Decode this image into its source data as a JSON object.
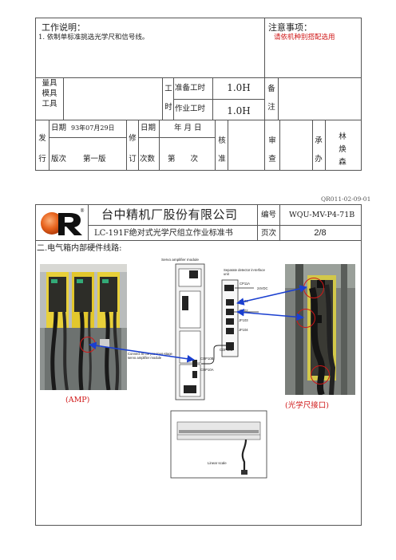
{
  "top_section": {
    "work_desc_title": "工作说明：",
    "work_desc_item": "1. 依制单标准挑选光学尺和信号线。",
    "notes_title": "注意事项：",
    "notes_text": "请依机种别搭配选用"
  },
  "tools_row": {
    "label_lines": [
      "量具",
      "模具",
      "工具"
    ],
    "work_label_lines": [
      "工",
      "时"
    ],
    "prep_label": "准备工时",
    "prep_value": "1.0H",
    "op_label": "作业工时",
    "op_value": "1.0H",
    "remark_lines": [
      "备",
      "注"
    ]
  },
  "revision_row": {
    "issue_lines": [
      "发",
      "行"
    ],
    "date_label": "日期",
    "date_value": "93年07月29日",
    "version_label": "版次",
    "version_value": "第一版",
    "revise_lines": [
      "修",
      "订"
    ],
    "date_label2": "日期",
    "date_blank": "年 月 日",
    "count_label": "次数",
    "count_blank": "第　　次",
    "approve_lines": [
      "核",
      "准"
    ],
    "review_lines": [
      "审",
      "查"
    ],
    "handler_lines": [
      "承",
      "办"
    ],
    "handler_name_lines": [
      "林",
      "焕",
      "森"
    ]
  },
  "form_code": "QR011-02-09-01",
  "header": {
    "company": "台中精机厂股份有限公司",
    "doc_title": "LC-191F绝对式光学尺组立作业标准书",
    "number_label": "编号",
    "number_value": "WQU-MV-P4-71B",
    "page_label": "页次",
    "page_value": "2/8",
    "logo_mark": "®"
  },
  "section_title": "二.电气箱内部硬件线路:",
  "diagram": {
    "servo_label": "Servo amplifier module",
    "sep_detector_label": "Separate detector in-terface unit",
    "cp11a": "CP11A",
    "v24": "24VDC",
    "jf101": "JF101",
    "jf102": "JF102",
    "jf103": "JF103",
    "jf104": "JF104",
    "cop10b": "COP10B",
    "cop10b_2": "COP10B",
    "cop10a": "COP10A",
    "connection_note": "Connect to the previous-stage servo amplifier module",
    "linear_scale": "Linear scale"
  },
  "captions": {
    "amp": "(AMP)",
    "scale_port": "(光学尺接口)"
  },
  "colors": {
    "accent_red": "#d01818",
    "arrow_blue": "#1a3fd0",
    "logo_orange": "#e8641e"
  }
}
